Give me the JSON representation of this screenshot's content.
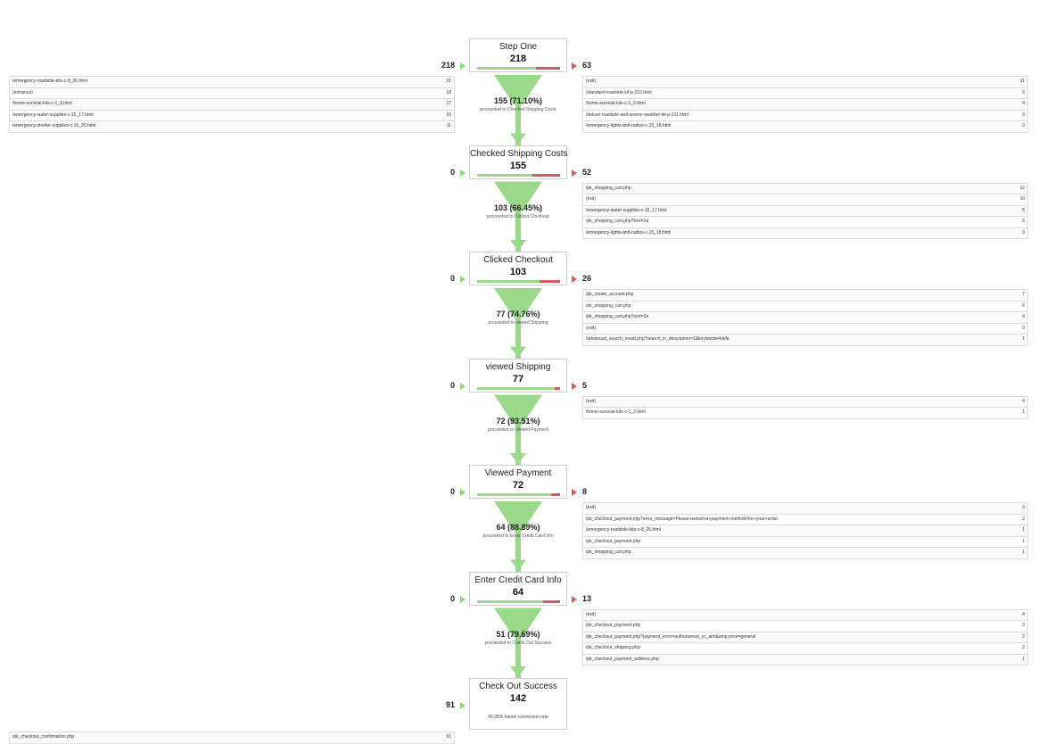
{
  "colors": {
    "proceed": "#9ad98a",
    "exit": "#d65a63",
    "entry_arrow": "#8fd67f",
    "box_border": "#cfcfcf"
  },
  "stages": [
    {
      "name": "Step One",
      "count": "218",
      "proceed_ratio": 0.711,
      "entries": "218",
      "exits": "63",
      "proceed_pct": "155 (71.10%)",
      "proceed_label": "proceeded to Checked Shipping Costs",
      "entry_paths": [
        {
          "url": "/emergency-roadside-kits-c-8_26.html",
          "count": "21"
        },
        {
          "url": "(entrance)",
          "count": "18"
        },
        {
          "url": "/home-survival-kits-c-1_2.html",
          "count": "17"
        },
        {
          "url": "/emergency-water-supplies-c-15_17.html",
          "count": "15"
        },
        {
          "url": "/emergency-shelter-supplies-c-15_20.html",
          "count": "11"
        }
      ],
      "exit_paths": [
        {
          "url": "(exit)",
          "count": "11"
        },
        {
          "url": "/standard-roadside-kit-p-210.html",
          "count": "5"
        },
        {
          "url": "/home-survival-kits-c-1_2.html",
          "count": "4"
        },
        {
          "url": "/deluxe-roadside-and-severe-weather-kit-p-211.html",
          "count": "3"
        },
        {
          "url": "/emergency-lights-and-radios-c-15_18.html",
          "count": "3"
        }
      ]
    },
    {
      "name": "Checked Shipping Costs",
      "count": "155",
      "proceed_ratio": 0.6645,
      "entries": "0",
      "exits": "52",
      "proceed_pct": "103 (66.45%)",
      "proceed_label": "proceeded to Clicked Checkout",
      "entry_paths": [],
      "exit_paths": [
        {
          "url": "/pk_shopping_cart.php",
          "count": "12"
        },
        {
          "url": "(exit)",
          "count": "10"
        },
        {
          "url": "/emergency-water-supplies-c-15_17.html",
          "count": "5"
        },
        {
          "url": "/pk_shopping_cart.php?sort=2a",
          "count": "5"
        },
        {
          "url": "/emergency-lights-and-radios-c-15_18.html",
          "count": "3"
        }
      ]
    },
    {
      "name": "Clicked Checkout",
      "count": "103",
      "proceed_ratio": 0.7476,
      "entries": "0",
      "exits": "26",
      "proceed_pct": "77 (74.76%)",
      "proceed_label": "proceeded to viewed Shipping",
      "entry_paths": [],
      "exit_paths": [
        {
          "url": "/pk_create_account.php",
          "count": "7"
        },
        {
          "url": "/pk_shopping_cart.php",
          "count": "6"
        },
        {
          "url": "/pk_shopping_cart.php?sort=2a",
          "count": "4"
        },
        {
          "url": "(exit)",
          "count": "3"
        },
        {
          "url": "/advanced_search_result.php?search_in_description=1&keywords=knife",
          "count": "1"
        }
      ]
    },
    {
      "name": "viewed Shipping",
      "count": "77",
      "proceed_ratio": 0.9351,
      "entries": "0",
      "exits": "5",
      "proceed_pct": "72 (93.51%)",
      "proceed_label": "proceeded to Viewed Payment",
      "entry_paths": [],
      "exit_paths": [
        {
          "url": "(exit)",
          "count": "4"
        },
        {
          "url": "/home-survival-kits-c-1_2.html",
          "count": "1"
        }
      ]
    },
    {
      "name": "Viewed Payment",
      "count": "72",
      "proceed_ratio": 0.8889,
      "entries": "0",
      "exits": "8",
      "proceed_pct": "64 (88.89%)",
      "proceed_label": "proceeded to Enter Credit Card Info",
      "entry_paths": [],
      "exit_paths": [
        {
          "url": "(exit)",
          "count": "3"
        },
        {
          "url": "/pk_checkout_payment.php?error_message=Please+select+a+payment+method+for+your+order.",
          "count": "2"
        },
        {
          "url": "/emergency-roadside-kits-c-8_26.html",
          "count": "1"
        },
        {
          "url": "/pk_checkout_payment.php",
          "count": "1"
        },
        {
          "url": "/pk_shopping_cart.php",
          "count": "1"
        }
      ]
    },
    {
      "name": "Enter Credit Card Info",
      "count": "64",
      "proceed_ratio": 0.7969,
      "entries": "0",
      "exits": "13",
      "proceed_pct": "51 (79.69%)",
      "proceed_label": "proceeded to Check Out Success",
      "entry_paths": [],
      "exit_paths": [
        {
          "url": "(exit)",
          "count": "4"
        },
        {
          "url": "/pk_checkout_payment.php",
          "count": "3"
        },
        {
          "url": "/pk_checkout_payment.php?payment_error=authorizenet_cc_aim&amp;error=general",
          "count": "2"
        },
        {
          "url": "/pk_checkout_shipping.php",
          "count": "2"
        },
        {
          "url": "/pk_checkout_payment_address.php",
          "count": "1"
        }
      ]
    },
    {
      "name": "Check Out Success",
      "count": "142",
      "proceed_ratio": 1.0,
      "entries": "91",
      "conversion_rate": "45.95% funnel conversion rate",
      "entry_paths": [
        {
          "url": "/pk_checkout_confirmation.php",
          "count": "91"
        }
      ]
    }
  ]
}
